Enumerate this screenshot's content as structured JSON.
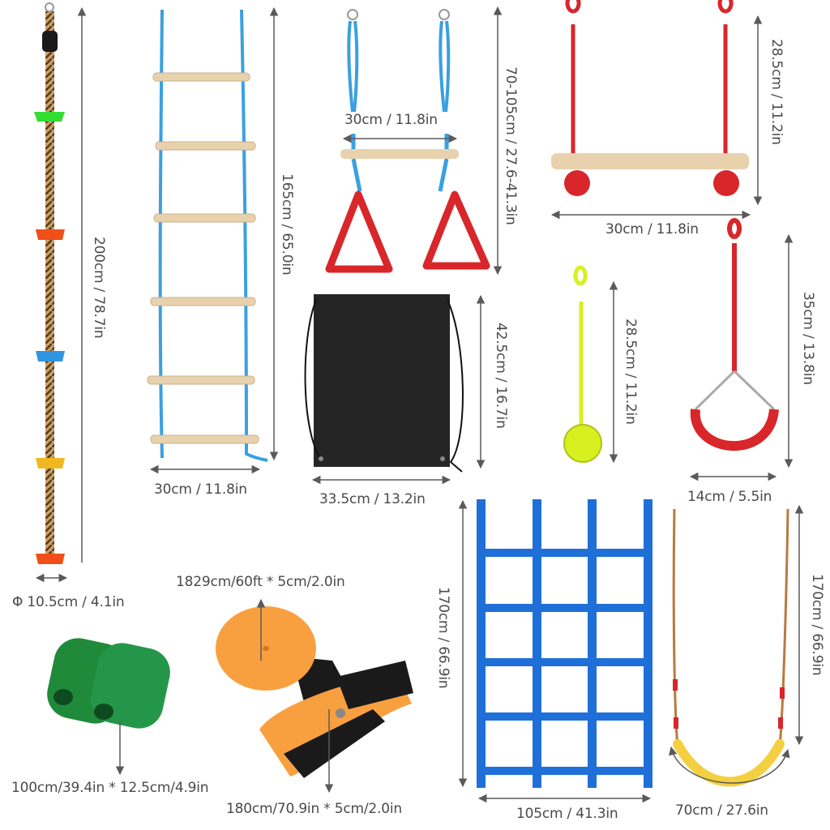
{
  "title": "Ninja obstacle course kit - product dimensions",
  "colors": {
    "dimension_line": "#5a5a5a",
    "rope_tan": "#b58a55",
    "ladder_blue": "#3aa0e0",
    "wood": "#e8d2ae",
    "red": "#d8262a",
    "green_hold": "#33dd33",
    "orange_hold": "#f05018",
    "blue_hold": "#2f95e0",
    "yellow_hold": "#f0b820",
    "neon_yellow": "#d8f020",
    "bag_black": "#222222",
    "net_blue": "#1f6fd8",
    "felt_green": "#1f8a3a",
    "strap_orange": "#f8a040",
    "seat_yellow": "#f4d040"
  },
  "items": [
    {
      "id": "climbing-rope",
      "name": "Climbing rope with foot holds",
      "height_label": "200cm / 78.7in",
      "diameter_label": "Φ 10.5cm / 4.1in"
    },
    {
      "id": "rope-ladder",
      "name": "Rope ladder",
      "height_label": "165cm / 65.0in",
      "width_label": "30cm / 11.8in"
    },
    {
      "id": "trapeze-rings",
      "name": "Trapeze bar with rings",
      "height_label": "70-105cm / 27.6-41.3in",
      "width_label": "30cm / 11.8in"
    },
    {
      "id": "monkey-bar",
      "name": "Hanging bar",
      "height_label": "28.5cm / 11.2in",
      "width_label": "30cm / 11.8in"
    },
    {
      "id": "drawstring-bag",
      "name": "Drawstring storage bag",
      "height_label": "42.5cm / 16.7in",
      "width_label": "33.5cm / 13.2in"
    },
    {
      "id": "fist-knot",
      "name": "Monkey fist knot grip",
      "height_label": "28.5cm / 11.2in"
    },
    {
      "id": "gym-ring",
      "name": "Gym ring",
      "height_label": "35cm / 13.8in",
      "width_label": "14cm / 5.5in"
    },
    {
      "id": "tree-protectors",
      "name": "Tree protector felt",
      "size_label": "100cm/39.4in * 12.5cm/4.9in"
    },
    {
      "id": "slackline",
      "name": "Slackline strap",
      "size_label": "1829cm/60ft * 5cm/2.0in"
    },
    {
      "id": "ratchet",
      "name": "Ratchet strap",
      "size_label": "180cm/70.9in * 5cm/2.0in"
    },
    {
      "id": "cargo-net",
      "name": "Cargo climbing net",
      "height_label": "170cm / 66.9in",
      "width_label": "105cm / 41.3in"
    },
    {
      "id": "belt-swing",
      "name": "Belt swing",
      "height_label": "170cm / 66.9in",
      "width_label": "70cm / 27.6in"
    }
  ]
}
